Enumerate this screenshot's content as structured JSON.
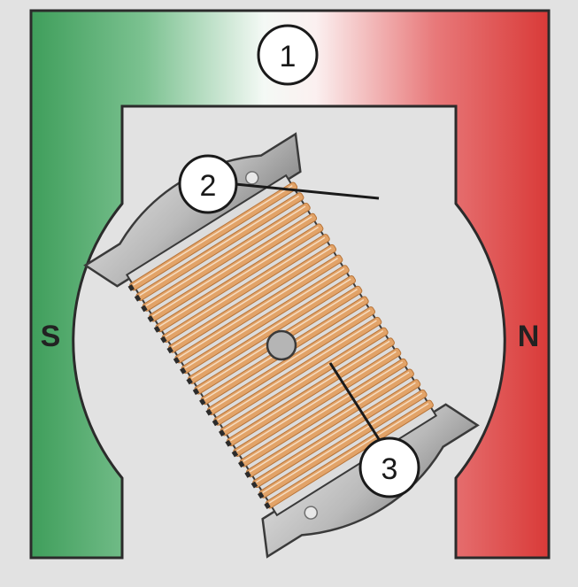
{
  "diagram": {
    "pole_left": "S",
    "pole_right": "N",
    "callouts": [
      {
        "id": "1",
        "label": "1"
      },
      {
        "id": "2",
        "label": "2"
      },
      {
        "id": "3",
        "label": "3"
      }
    ],
    "colors": {
      "background": "#e2e2e2",
      "south_pole": "#3f9e5b",
      "north_pole": "#d93a38",
      "rotor": "#a9a9a9",
      "armature_field": "#e6e6e6",
      "winding": "#e2a368",
      "outline": "#2b2b2b"
    }
  }
}
